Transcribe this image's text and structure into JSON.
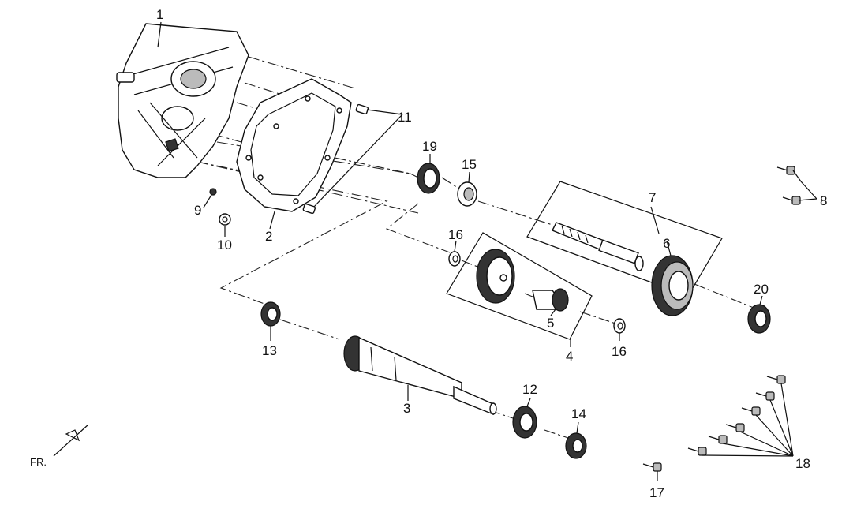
{
  "diagram": {
    "callouts": {
      "p1": "1",
      "p2": "2",
      "p3": "3",
      "p4": "4",
      "p5": "5",
      "p6": "6",
      "p7": "7",
      "p8": "8",
      "p9": "9",
      "p10": "10",
      "p11": "11",
      "p12": "12",
      "p13": "13",
      "p14": "14",
      "p15": "15",
      "p16a": "16",
      "p16b": "16",
      "p17": "17",
      "p18": "18",
      "p19": "19",
      "p20": "20"
    },
    "orientation_label": "FR."
  }
}
